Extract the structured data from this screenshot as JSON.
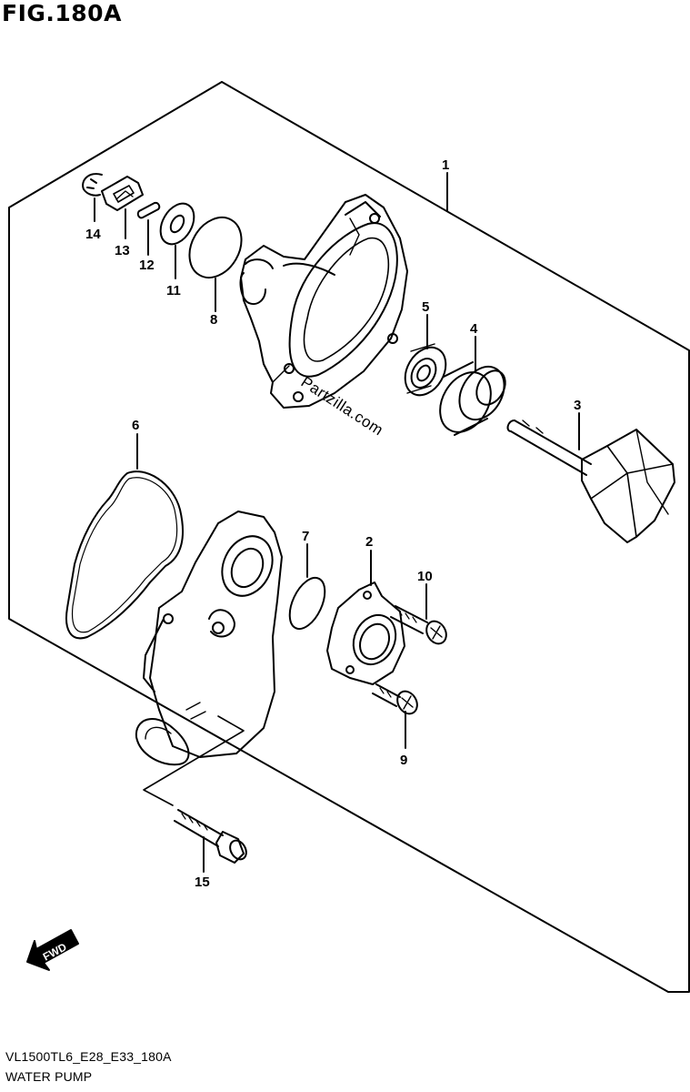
{
  "figure": {
    "title": "FIG.180A"
  },
  "footer": {
    "code": "VL1500TL6_E28_E33_180A",
    "caption": "WATER PUMP"
  },
  "watermark": {
    "text": "Partzilla.com"
  },
  "direction_badge": {
    "label": "FWD"
  },
  "callouts": [
    {
      "id": "1",
      "label": "1"
    },
    {
      "id": "2",
      "label": "2"
    },
    {
      "id": "3",
      "label": "3"
    },
    {
      "id": "4",
      "label": "4"
    },
    {
      "id": "5",
      "label": "5"
    },
    {
      "id": "6",
      "label": "6"
    },
    {
      "id": "7",
      "label": "7"
    },
    {
      "id": "8",
      "label": "8"
    },
    {
      "id": "9",
      "label": "9"
    },
    {
      "id": "10",
      "label": "10"
    },
    {
      "id": "11",
      "label": "11"
    },
    {
      "id": "12",
      "label": "12"
    },
    {
      "id": "13",
      "label": "13"
    },
    {
      "id": "14",
      "label": "14"
    },
    {
      "id": "15",
      "label": "15"
    }
  ]
}
